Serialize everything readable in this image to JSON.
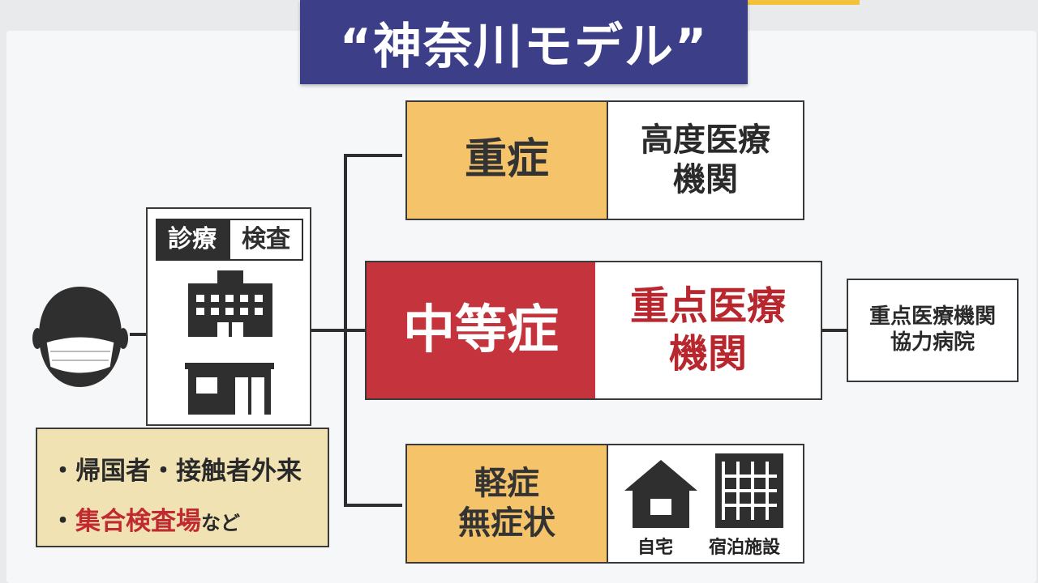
{
  "title": "“神奈川モデル”",
  "entry": {
    "tab_diagnosis": "診療",
    "tab_testing": "検査",
    "notes": [
      {
        "text": "帰国者・接触者外来",
        "highlight": false
      },
      {
        "text": "集合検査場",
        "suffix": "など",
        "highlight": true
      }
    ]
  },
  "tiers": {
    "severe": {
      "label": "重症",
      "facility": "高度医療\n機関"
    },
    "moderate": {
      "label": "中等症",
      "facility": "重点医療\n機関",
      "partner": "重点医療機関\n協力病院"
    },
    "mild": {
      "label": "軽症\n無症状",
      "home": "自宅",
      "hotel": "宿泊施設"
    }
  },
  "colors": {
    "title_bg": "#3c3f88",
    "orange": "#f5c36a",
    "red": "#c5343c",
    "red_text": "#b8262e"
  },
  "icons": [
    "person-with-mask-icon",
    "hospital-building-icon",
    "clinic-icon",
    "house-icon",
    "hotel-building-icon"
  ]
}
